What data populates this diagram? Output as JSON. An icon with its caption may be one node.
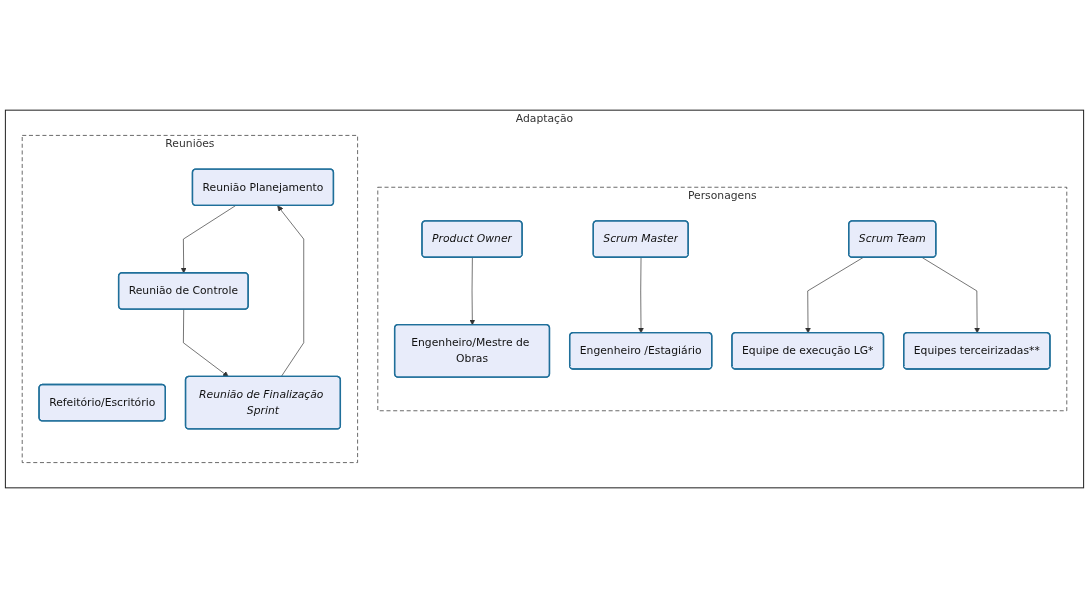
{
  "diagram": {
    "nodes": [
      {
        "text": [
          "Adaptação"
        ]
      },
      {
        "text": [
          "Personagens"
        ],
        "in": 0
      },
      {
        "text": [
          "Product Owner"
        ],
        "in": 1
      },
      {
        "text": [
          "Engenheiro/Mestre de Obras"
        ],
        "in": 1
      },
      {
        "text": [
          "Scrum Master"
        ],
        "in": 1
      },
      {
        "text": [
          "Engenheiro /Estagiário"
        ],
        "in": 1
      },
      {
        "text": [
          "Scrum Team"
        ],
        "in": 1
      },
      {
        "text": [
          "Equipe de execução LG*"
        ],
        "in": 1
      },
      {
        "text": [
          "Equipes terceirizadas**"
        ],
        "in": 1
      },
      {
        "text": [
          "Reuniões"
        ],
        "in": 0
      },
      {
        "text": [
          "Refeitório/Escritório"
        ],
        "in": 9
      },
      {
        "text": [
          "Reunião Planejamento"
        ],
        "in": 9
      },
      {
        "text": [
          "Reunião de Controle"
        ],
        "in": 9
      },
      {
        "text": [
          "Reunião de Finalização Sprint"
        ],
        "in": 9
      }
    ],
    "edges": [
      {
        "from": 2,
        "to": 3,
        "arrow": "to"
      },
      {
        "from": 4,
        "to": 5,
        "arrow": "to"
      },
      {
        "from": 6,
        "to": 7,
        "arrow": "to"
      },
      {
        "from": 6,
        "to": 8,
        "arrow": "to"
      },
      {
        "from": 11,
        "to": 12,
        "arrow": "to"
      },
      {
        "from": 12,
        "to": 13,
        "arrow": "to"
      },
      {
        "from": 13,
        "to": 11,
        "arrow": "to"
      }
    ]
  }
}
